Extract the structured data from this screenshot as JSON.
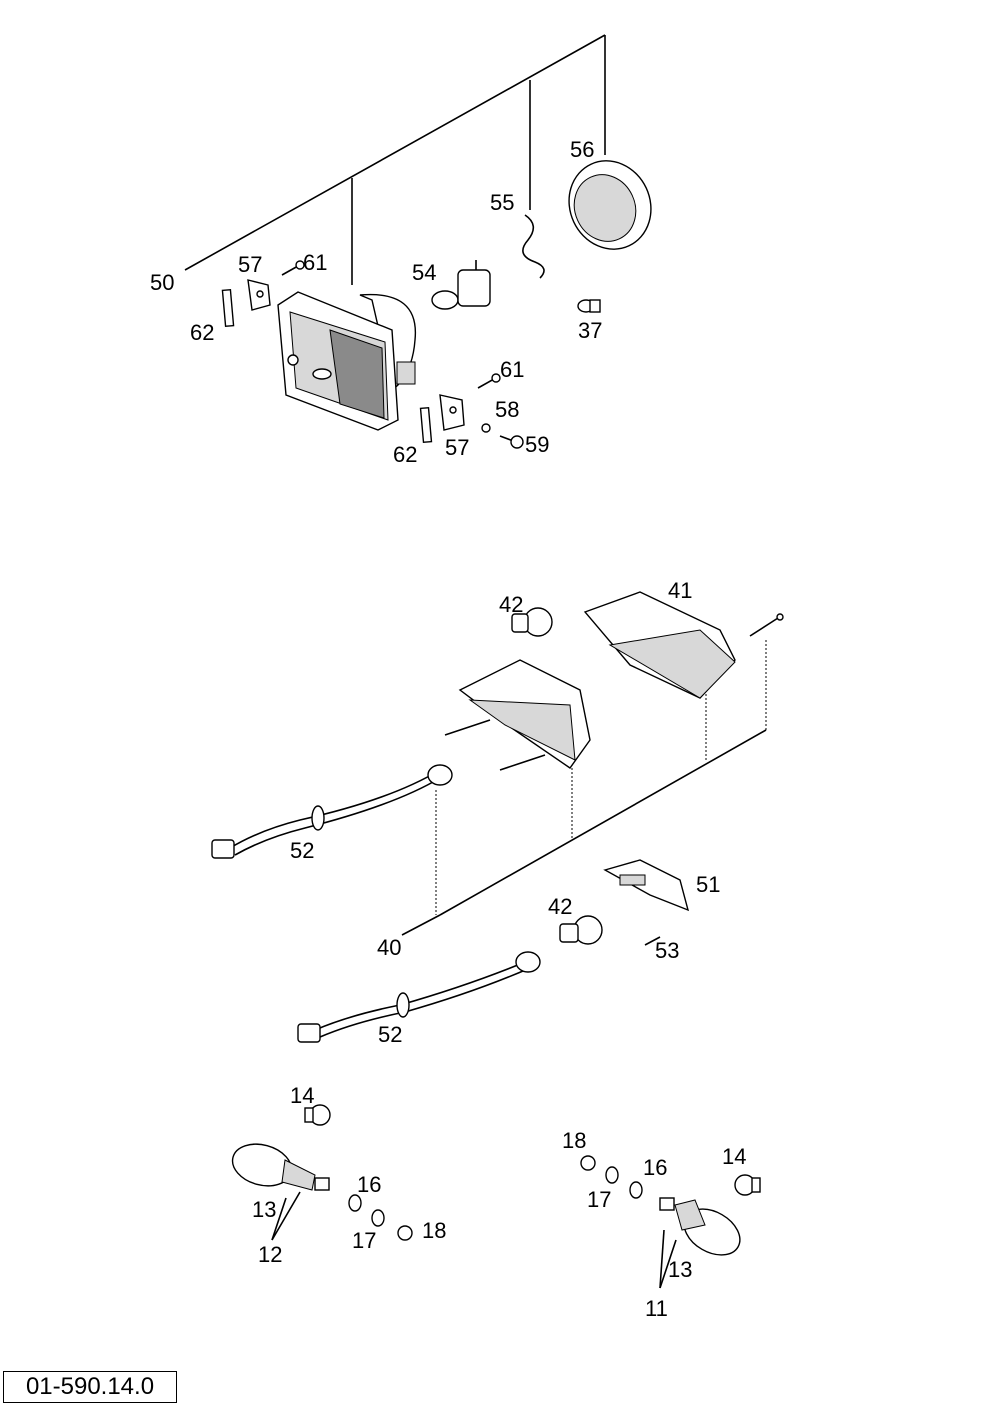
{
  "diagram": {
    "drawing_code": "01-590.14.0",
    "callouts": [
      "50",
      "57",
      "61",
      "62",
      "54",
      "55",
      "56",
      "37",
      "61",
      "58",
      "59",
      "62",
      "57",
      "42",
      "41",
      "52",
      "40",
      "51",
      "42",
      "53",
      "52",
      "14",
      "13",
      "12",
      "16",
      "17",
      "18",
      "18",
      "17",
      "16",
      "14",
      "13",
      "11"
    ]
  }
}
